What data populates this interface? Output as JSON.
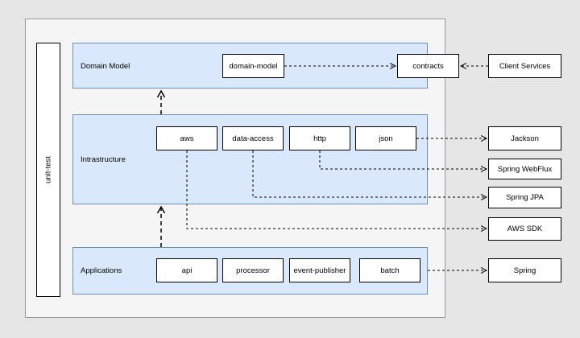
{
  "layers": {
    "domain_model": "Domain Model",
    "infrastructure": "Intrastructure",
    "applications": "Applications"
  },
  "unit_test": "unit-test",
  "modules": {
    "domain_model": "domain-model",
    "contracts": "contracts",
    "aws": "aws",
    "data_access": "data-access",
    "http": "http",
    "json": "json",
    "api": "api",
    "processor": "processor",
    "event_publisher": "event-publisher",
    "batch": "batch"
  },
  "external": {
    "client_services": "Client Services",
    "jackson": "Jackson",
    "spring_webflux": "Spring WebFlux",
    "spring_jpa": "Spring JPA",
    "aws_sdk": "AWS SDK",
    "spring": "Spring"
  }
}
